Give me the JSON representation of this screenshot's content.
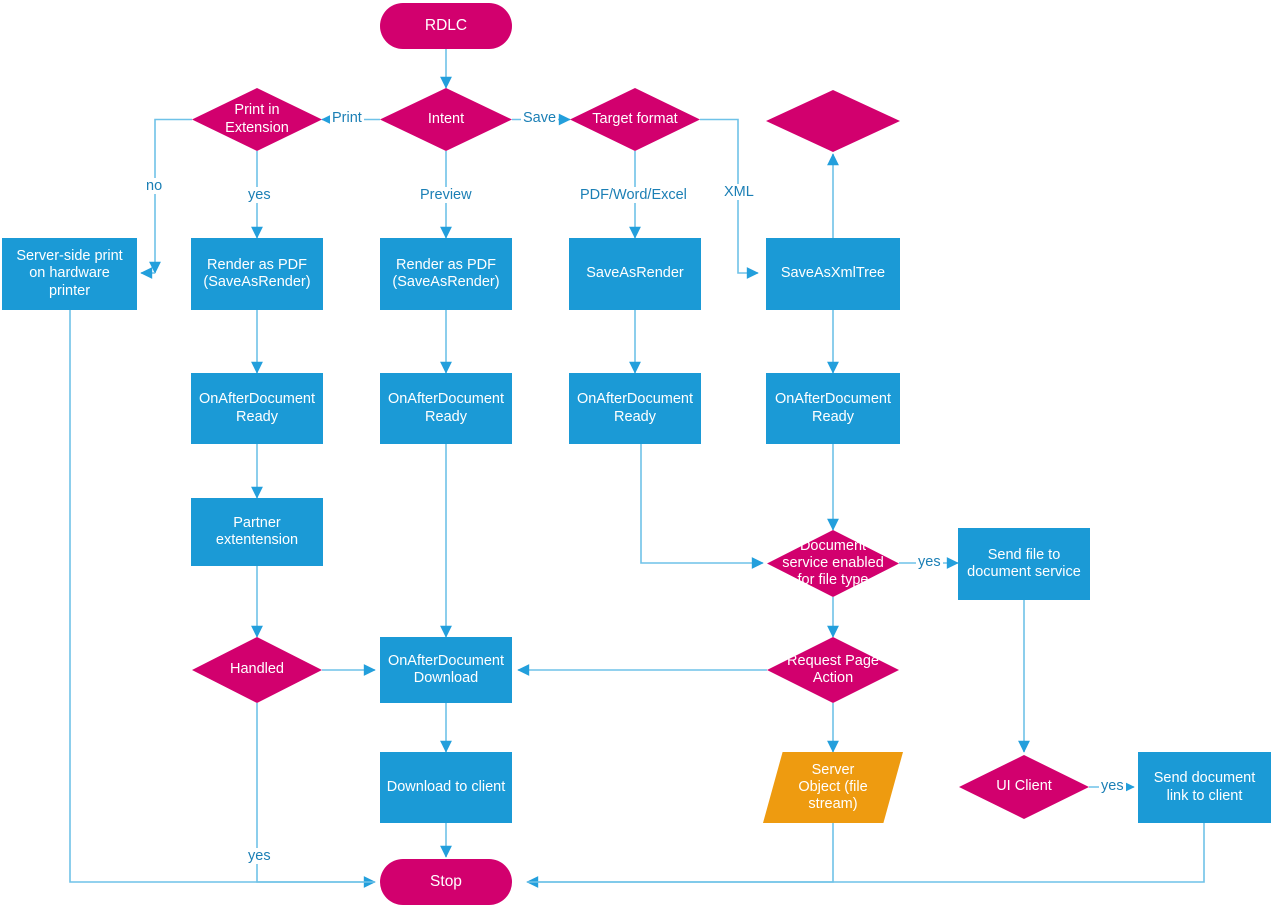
{
  "diagram": {
    "title": "RDLC report rendering and distribution flow",
    "colors": {
      "process": "#1B9AD6",
      "decision": "#D2006E",
      "terminator": "#D2006E",
      "data": "#EE9B10",
      "connector": "#4FB4E3",
      "label_text": "#1B7FB5",
      "node_text": "#FFFFFF",
      "background": "#FFFFFF"
    },
    "nodes": [
      {
        "id": "rdlc",
        "type": "terminator",
        "label": "RDLC"
      },
      {
        "id": "intent",
        "type": "decision",
        "label": "Intent"
      },
      {
        "id": "print_in_ext",
        "type": "decision",
        "label": "Print in\nExtension"
      },
      {
        "id": "target_format",
        "type": "decision",
        "label": "Target format"
      },
      {
        "id": "empty_decision",
        "type": "decision",
        "label": ""
      },
      {
        "id": "server_print",
        "type": "process",
        "label": "Server-side print\non hardware\nprinter"
      },
      {
        "id": "render_pdf_1",
        "type": "process",
        "label": "Render as PDF\n(SaveAsRender)"
      },
      {
        "id": "render_pdf_2",
        "type": "process",
        "label": "Render as PDF\n(SaveAsRender)"
      },
      {
        "id": "save_as_render",
        "type": "process",
        "label": "SaveAsRender"
      },
      {
        "id": "save_as_xmltree",
        "type": "process",
        "label": "SaveAsXmlTree"
      },
      {
        "id": "ready_1",
        "type": "process",
        "label": "OnAfterDocument\nReady"
      },
      {
        "id": "ready_2",
        "type": "process",
        "label": "OnAfterDocument\nReady"
      },
      {
        "id": "ready_3",
        "type": "process",
        "label": "OnAfterDocument\nReady"
      },
      {
        "id": "ready_4",
        "type": "process",
        "label": "OnAfterDocument\nReady"
      },
      {
        "id": "partner_ext",
        "type": "process",
        "label": "Partner\nextentension"
      },
      {
        "id": "handled",
        "type": "decision",
        "label": "Handled"
      },
      {
        "id": "doc_service",
        "type": "decision",
        "label": "Document\nservice enabled\nfor file type"
      },
      {
        "id": "send_file",
        "type": "process",
        "label": "Send file to\ndocument service"
      },
      {
        "id": "download_evt",
        "type": "process",
        "label": "OnAfterDocument\nDownload"
      },
      {
        "id": "request_page",
        "type": "decision",
        "label": "Request Page\nAction"
      },
      {
        "id": "download_client",
        "type": "process",
        "label": "Download to client"
      },
      {
        "id": "server_object",
        "type": "data",
        "label": "Server\nObject (file\nstream)"
      },
      {
        "id": "ui_client",
        "type": "decision",
        "label": "UI Client"
      },
      {
        "id": "send_link",
        "type": "process",
        "label": "Send document\nlink to client"
      },
      {
        "id": "stop",
        "type": "terminator",
        "label": "Stop"
      }
    ],
    "edge_labels": [
      {
        "id": "lbl_print",
        "text": "Print"
      },
      {
        "id": "lbl_save",
        "text": "Save"
      },
      {
        "id": "lbl_no",
        "text": "no"
      },
      {
        "id": "lbl_yes1",
        "text": "yes"
      },
      {
        "id": "lbl_preview",
        "text": "Preview"
      },
      {
        "id": "lbl_pdfwe",
        "text": "PDF/Word/Excel"
      },
      {
        "id": "lbl_xml",
        "text": "XML"
      },
      {
        "id": "lbl_yes2",
        "text": "yes"
      },
      {
        "id": "lbl_yes3",
        "text": "yes"
      },
      {
        "id": "lbl_yes4",
        "text": "yes"
      }
    ]
  }
}
